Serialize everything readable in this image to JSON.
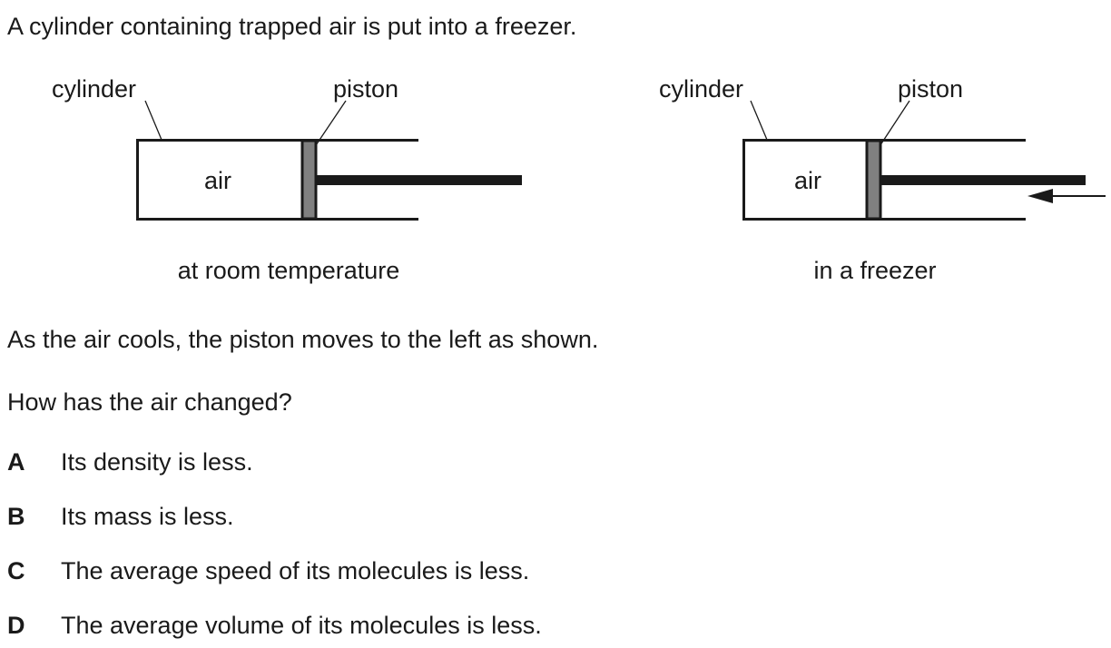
{
  "question": {
    "intro": "A cylinder containing trapped air is put into a freezer.",
    "observation": "As the air cools, the piston moves to the left as shown.",
    "prompt": "How has the air changed?"
  },
  "diagram": {
    "left": {
      "cylinder_label": "cylinder",
      "piston_label": "piston",
      "gas_label": "air",
      "caption": "at room temperature"
    },
    "right": {
      "cylinder_label": "cylinder",
      "piston_label": "piston",
      "gas_label": "air",
      "caption": "in a freezer"
    }
  },
  "options": [
    {
      "letter": "A",
      "text": "Its density is less."
    },
    {
      "letter": "B",
      "text": "Its mass is less."
    },
    {
      "letter": "C",
      "text": "The average speed of its molecules is less."
    },
    {
      "letter": "D",
      "text": "The average volume of its molecules is less."
    }
  ],
  "colors": {
    "line": "#1a1a1a",
    "piston_fill": "#808080"
  }
}
